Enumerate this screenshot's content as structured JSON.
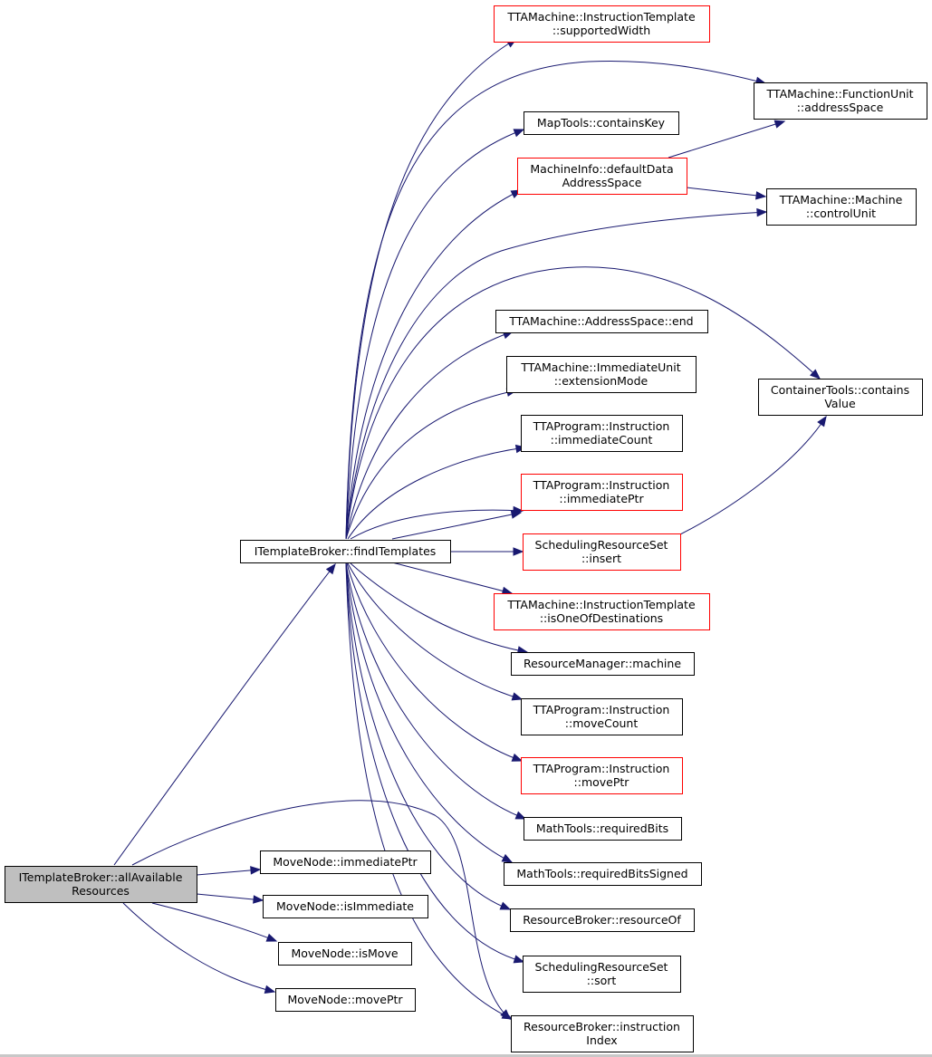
{
  "colors": {
    "edge": "#191970",
    "node_border": "#000000",
    "node_border_red": "#ff0000",
    "root_fill": "#bfbfbf",
    "node_fill": "#ffffff"
  },
  "nodes": [
    {
      "id": "root",
      "name": "node-itemplatebroker-allavailableresources",
      "lines": [
        "ITemplateBroker::allAvailable",
        "Resources"
      ],
      "style": "root"
    },
    {
      "id": "find",
      "name": "node-itemplatebroker-finditemplates",
      "lines": [
        "ITemplateBroker::findITemplates"
      ],
      "style": "black"
    },
    {
      "id": "supW",
      "name": "node-instructiontemplate-supportedwidth",
      "lines": [
        "TTAMachine::InstructionTemplate",
        "::supportedWidth"
      ],
      "style": "red"
    },
    {
      "id": "fuAS",
      "name": "node-functionunit-addressspace",
      "lines": [
        "TTAMachine::FunctionUnit",
        "::addressSpace"
      ],
      "style": "black"
    },
    {
      "id": "mapCK",
      "name": "node-maptools-containskey",
      "lines": [
        "MapTools::containsKey"
      ],
      "style": "black"
    },
    {
      "id": "miDD",
      "name": "node-machineinfo-defaultdataaddressspace",
      "lines": [
        "MachineInfo::defaultData",
        "AddressSpace"
      ],
      "style": "red"
    },
    {
      "id": "mCU",
      "name": "node-machine-controlunit",
      "lines": [
        "TTAMachine::Machine",
        "::controlUnit"
      ],
      "style": "black"
    },
    {
      "id": "asEnd",
      "name": "node-addressspace-end",
      "lines": [
        "TTAMachine::AddressSpace::end"
      ],
      "style": "black"
    },
    {
      "id": "ctCV",
      "name": "node-containertools-containsvalue",
      "lines": [
        "ContainerTools::contains",
        "Value"
      ],
      "style": "black"
    },
    {
      "id": "iuEM",
      "name": "node-immediateunit-extensionmode",
      "lines": [
        "TTAMachine::ImmediateUnit",
        "::extensionMode"
      ],
      "style": "black"
    },
    {
      "id": "iIC",
      "name": "node-instruction-immediatecount",
      "lines": [
        "TTAProgram::Instruction",
        "::immediateCount"
      ],
      "style": "black"
    },
    {
      "id": "iIP",
      "name": "node-instruction-immediateptr",
      "lines": [
        "TTAProgram::Instruction",
        "::immediatePtr"
      ],
      "style": "red"
    },
    {
      "id": "srsI",
      "name": "node-schedulingresourceset-insert",
      "lines": [
        "SchedulingResourceSet",
        "::insert"
      ],
      "style": "red"
    },
    {
      "id": "itOD",
      "name": "node-instructiontemplate-isoneofdestinations",
      "lines": [
        "TTAMachine::InstructionTemplate",
        "::isOneOfDestinations"
      ],
      "style": "red"
    },
    {
      "id": "rmM",
      "name": "node-resourcemanager-machine",
      "lines": [
        "ResourceManager::machine"
      ],
      "style": "black"
    },
    {
      "id": "iMC",
      "name": "node-instruction-movecount",
      "lines": [
        "TTAProgram::Instruction",
        "::moveCount"
      ],
      "style": "black"
    },
    {
      "id": "iMP",
      "name": "node-instruction-moveptr",
      "lines": [
        "TTAProgram::Instruction",
        "::movePtr"
      ],
      "style": "red"
    },
    {
      "id": "mtRB",
      "name": "node-mathtools-requiredbits",
      "lines": [
        "MathTools::requiredBits"
      ],
      "style": "black"
    },
    {
      "id": "mtRBS",
      "name": "node-mathtools-requiredbitssigned",
      "lines": [
        "MathTools::requiredBitsSigned"
      ],
      "style": "black"
    },
    {
      "id": "rbRO",
      "name": "node-resourcebroker-resourceof",
      "lines": [
        "ResourceBroker::resourceOf"
      ],
      "style": "black"
    },
    {
      "id": "srsS",
      "name": "node-schedulingresourceset-sort",
      "lines": [
        "SchedulingResourceSet",
        "::sort"
      ],
      "style": "black"
    },
    {
      "id": "rbII",
      "name": "node-resourcebroker-instructionindex",
      "lines": [
        "ResourceBroker::instruction",
        "Index"
      ],
      "style": "black"
    },
    {
      "id": "mnIP",
      "name": "node-movenode-immediateptr",
      "lines": [
        "MoveNode::immediatePtr"
      ],
      "style": "black"
    },
    {
      "id": "mnII",
      "name": "node-movenode-isimmediate",
      "lines": [
        "MoveNode::isImmediate"
      ],
      "style": "black"
    },
    {
      "id": "mnIM",
      "name": "node-movenode-ismove",
      "lines": [
        "MoveNode::isMove"
      ],
      "style": "black"
    },
    {
      "id": "mnMP",
      "name": "node-movenode-moveptr",
      "lines": [
        "MoveNode::movePtr"
      ],
      "style": "black"
    }
  ],
  "edges": [
    [
      "root",
      "find"
    ],
    [
      "root",
      "mnIP"
    ],
    [
      "root",
      "mnII"
    ],
    [
      "root",
      "mnIM"
    ],
    [
      "root",
      "mnMP"
    ],
    [
      "root",
      "rbII"
    ],
    [
      "find",
      "supW"
    ],
    [
      "find",
      "fuAS"
    ],
    [
      "find",
      "mapCK"
    ],
    [
      "find",
      "miDD"
    ],
    [
      "find",
      "mCU"
    ],
    [
      "find",
      "ctCV"
    ],
    [
      "find",
      "asEnd"
    ],
    [
      "find",
      "iuEM"
    ],
    [
      "find",
      "iIC"
    ],
    [
      "find",
      "iIP"
    ],
    [
      "find",
      "srsI"
    ],
    [
      "find",
      "itOD"
    ],
    [
      "find",
      "rmM"
    ],
    [
      "find",
      "iMC"
    ],
    [
      "find",
      "iMP"
    ],
    [
      "find",
      "mtRB"
    ],
    [
      "find",
      "mtRBS"
    ],
    [
      "find",
      "rbRO"
    ],
    [
      "find",
      "srsS"
    ],
    [
      "find",
      "rbII"
    ],
    [
      "miDD",
      "fuAS"
    ],
    [
      "miDD",
      "mCU"
    ],
    [
      "srsI",
      "ctCV"
    ]
  ]
}
